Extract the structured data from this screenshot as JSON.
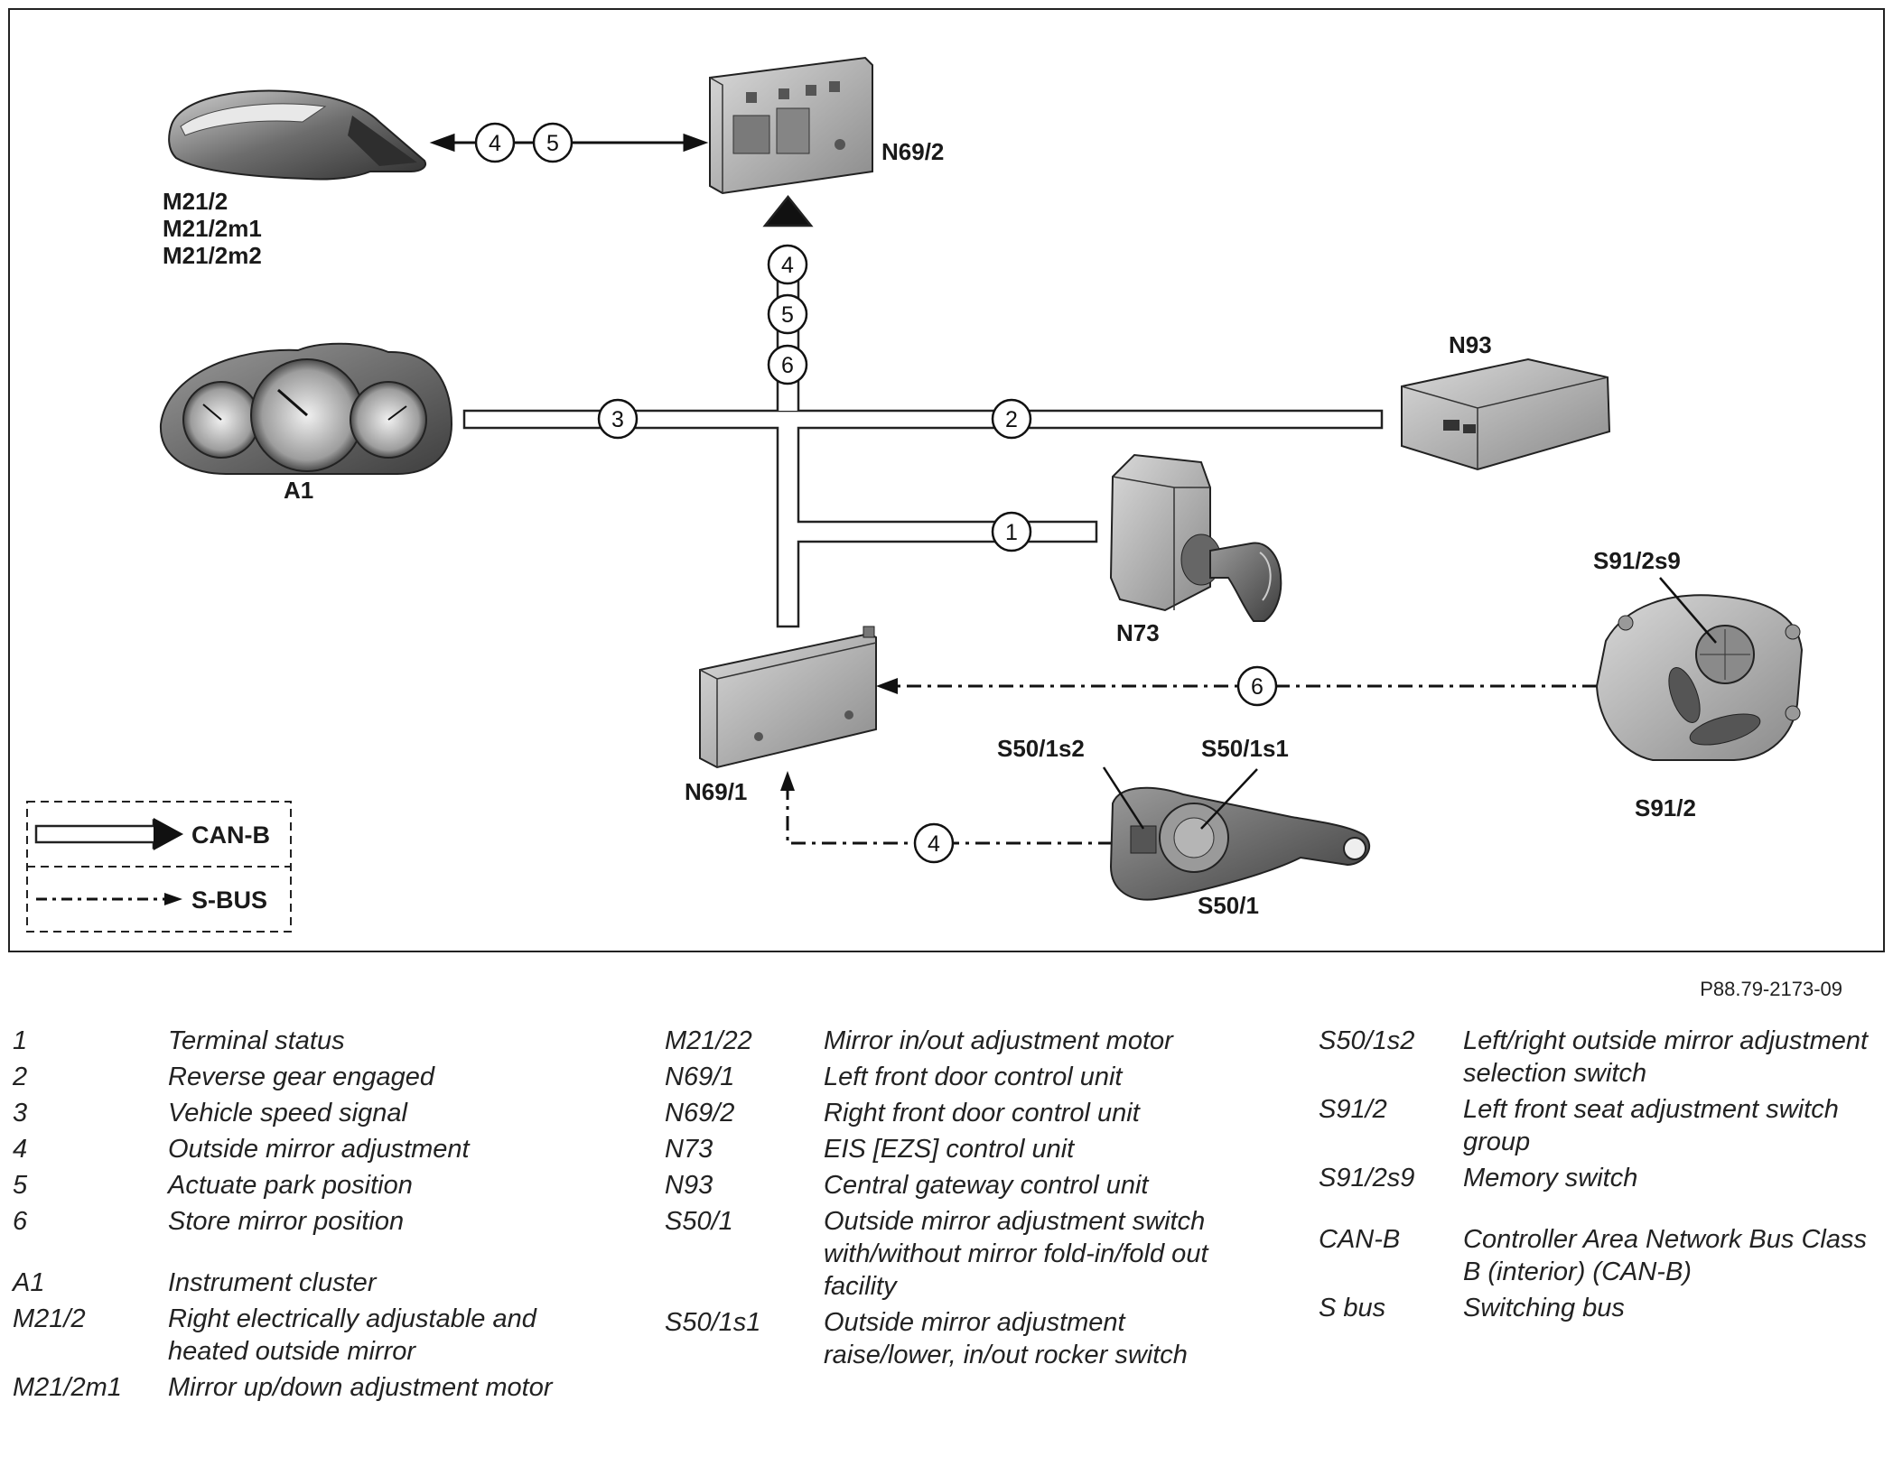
{
  "components": {
    "m21_2": "M21/2",
    "m21_2m1": "M21/2m1",
    "m21_2m2": "M21/2m2",
    "n69_2": "N69/2",
    "n93": "N93",
    "a1": "A1",
    "n73": "N73",
    "s91_2s9": "S91/2s9",
    "s91_2": "S91/2",
    "n69_1": "N69/1",
    "s50_1s2": "S50/1s2",
    "s50_1s1": "S50/1s1",
    "s50_1": "S50/1"
  },
  "signals": {
    "mirror_4": "4",
    "mirror_5": "5",
    "up_4": "4",
    "up_5": "5",
    "up_6": "6",
    "bus_3": "3",
    "bus_2": "2",
    "bus_1": "1",
    "sbus_6": "6",
    "sbus_4": "4"
  },
  "legend": {
    "can_b": "CAN-B",
    "s_bus": "S-BUS"
  },
  "figure_ref": "P88.79-2173-09",
  "key_col1": [
    {
      "k": "1",
      "v": "Terminal status"
    },
    {
      "k": "2",
      "v": "Reverse gear engaged"
    },
    {
      "k": "3",
      "v": "Vehicle speed signal"
    },
    {
      "k": "4",
      "v": "Outside mirror adjustment"
    },
    {
      "k": "5",
      "v": "Actuate park position"
    },
    {
      "k": "6",
      "v": "Store mirror position"
    },
    {
      "k": "A1",
      "v": "Instrument cluster"
    },
    {
      "k": "M21/2",
      "v": "Right electrically adjustable and heated outside mirror"
    },
    {
      "k": "M21/2m1",
      "v": "Mirror up/down adjustment motor"
    }
  ],
  "key_col2": [
    {
      "k": "M21/22",
      "v": "Mirror in/out adjustment motor"
    },
    {
      "k": "N69/1",
      "v": "Left front door control unit"
    },
    {
      "k": "N69/2",
      "v": "Right front door control unit"
    },
    {
      "k": "N73",
      "v": "EIS [EZS] control unit"
    },
    {
      "k": "N93",
      "v": "Central gateway control unit"
    },
    {
      "k": "S50/1",
      "v": "Outside mirror adjustment switch with/without mirror fold-in/fold out facility"
    },
    {
      "k": "S50/1s1",
      "v": "Outside mirror adjustment raise/lower, in/out rocker switch"
    }
  ],
  "key_col3": [
    {
      "k": "S50/1s2",
      "v": "Left/right outside mirror adjustment selection switch"
    },
    {
      "k": "S91/2",
      "v": "Left front seat adjustment switch group"
    },
    {
      "k": "S91/2s9",
      "v": "Memory switch"
    },
    {
      "k": "CAN-B",
      "v": "Controller Area Network Bus Class B (interior) (CAN-B)"
    },
    {
      "k": "S bus",
      "v": "Switching bus"
    }
  ]
}
